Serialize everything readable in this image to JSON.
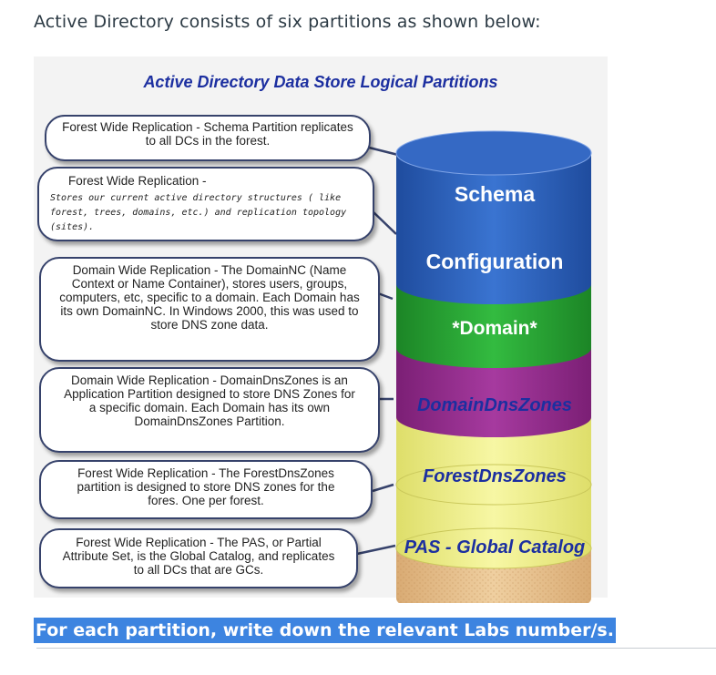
{
  "intro_text": "Active Directory consists of six partitions as shown below:",
  "diagram": {
    "title": "Active Directory Data Store Logical Partitions",
    "callouts": [
      {
        "heading": "Forest Wide Replication - Schema Partition replicates to all DCs in the forest.",
        "note": ""
      },
      {
        "heading": "Forest Wide Replication -",
        "note": "Stores our current active directory structures ( like forest, trees, domains, etc.) and replication topology (sites)."
      },
      {
        "heading": "Domain Wide Replication - The DomainNC (Name Context or Name  Container), stores users, groups, computers, etc, specific to a domain. Each Domain has its own DomainNC. In Windows 2000, this was used to store DNS zone data.",
        "note": ""
      },
      {
        "heading": "Domain Wide Replication - DomainDnsZones is an Application Partition designed to store DNS Zones for a specific domain. Each Domain has its own DomainDnsZones Partition.",
        "note": ""
      },
      {
        "heading": "Forest Wide Replication - The ForestDnsZones partition is designed to store DNS zones for the fores. One per forest.",
        "note": ""
      },
      {
        "heading": "Forest Wide Replication - The PAS, or Partial Attribute Set, is the Global Catalog, and replicates to all DCs that are GCs.",
        "note": ""
      }
    ],
    "partitions": [
      {
        "label": "Schema",
        "color": "#2a5bb8"
      },
      {
        "label": "Configuration",
        "color": "#27a334"
      },
      {
        "label": "*Domain*",
        "color": "#962c8f"
      },
      {
        "label": "DomainDnsZones",
        "color": "#f3f28a"
      },
      {
        "label": "ForestDnsZones",
        "color": "#f1f07a"
      },
      {
        "label": "PAS - Global Catalog",
        "color": "#e6bf8e"
      }
    ]
  },
  "question": "For each partition, write down the relevant Labs number/s."
}
